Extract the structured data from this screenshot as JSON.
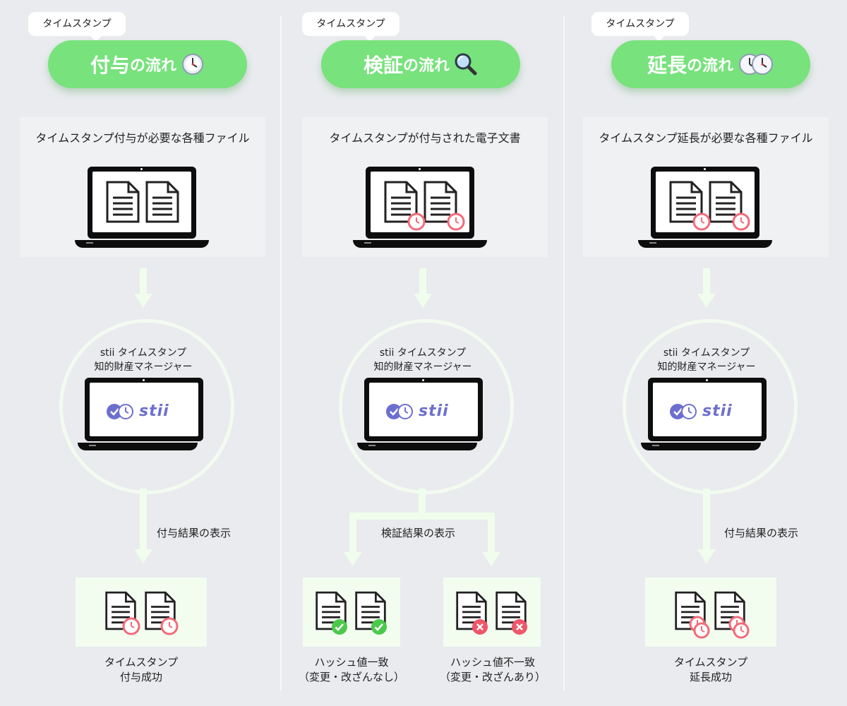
{
  "columns": [
    {
      "tag": "タイムスタンプ",
      "title_big": "付与",
      "title_small": "の流れ",
      "title_icon": "clock-icon",
      "source_caption": "タイムスタンプ付与が必要な各種ファイル",
      "manager": [
        "stii タイムスタンプ",
        "知的財産マネージャー"
      ],
      "logo": "stii",
      "flow_label": "付与結果の表示",
      "results": [
        {
          "caption": [
            "タイムスタンプ",
            "付与成功"
          ],
          "badge": "clock"
        }
      ]
    },
    {
      "tag": "タイムスタンプ",
      "title_big": "検証",
      "title_small": "の流れ",
      "title_icon": "magnifier-icon",
      "source_caption": "タイムスタンプが付与された電子文書",
      "manager": [
        "stii タイムスタンプ",
        "知的財産マネージャー"
      ],
      "logo": "stii",
      "flow_label": "検証結果の表示",
      "results": [
        {
          "caption": [
            "ハッシュ値一致",
            "（変更・改ざんなし）"
          ],
          "badge": "check"
        },
        {
          "caption": [
            "ハッシュ値不一致",
            "（変更・改ざんあり）"
          ],
          "badge": "cross"
        }
      ]
    },
    {
      "tag": "タイムスタンプ",
      "title_big": "延長",
      "title_small": "の流れ",
      "title_icon": "double-clock-icon",
      "source_caption": "タイムスタンプ延長が必要な各種ファイル",
      "manager": [
        "stii タイムスタンプ",
        "知的財産マネージャー"
      ],
      "logo": "stii",
      "flow_label": "付与結果の表示",
      "results": [
        {
          "caption": [
            "タイムスタンプ",
            "延長成功"
          ],
          "badge": "double-clock"
        }
      ]
    }
  ],
  "colors": {
    "pill": "#78e27d",
    "arrow": "#f0fdec",
    "ring": "#f3fbf1",
    "clock_badge": "#f26b7a",
    "check_badge": "#4cc94c",
    "cross_badge": "#f0566a",
    "logo": "#6d6fce"
  }
}
